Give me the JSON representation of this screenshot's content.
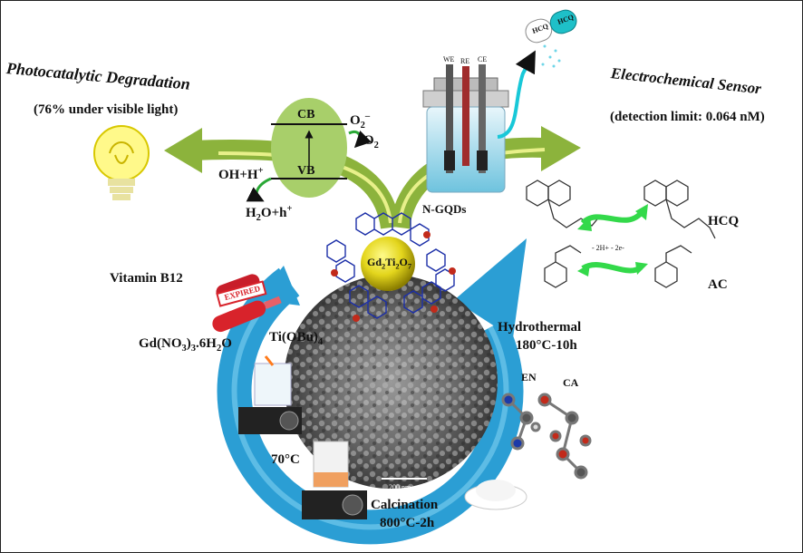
{
  "left_title": "Photocatalytic Degradation",
  "left_subtitle": "(76% under visible light)",
  "right_title": "Electrochemical Sensor",
  "right_subtitle": "(detection limit: 0.064 nM)",
  "band": {
    "cb": "CB",
    "vb": "VB"
  },
  "species": {
    "o2_minus_base": "O",
    "o2_minus_sub": "2",
    "o2_minus_sup": "–",
    "o2_base": "O",
    "o2_sub": "2",
    "oh_text": "OH+H",
    "oh_sup": "+",
    "h2o_a": "H",
    "h2o_sub": "2",
    "h2o_b": "O+h",
    "h2o_sup": "+"
  },
  "ngqds": "N-GQDs",
  "core": {
    "a": "Gd",
    "a_sub": "2",
    "b": "Ti",
    "b_sub": "2",
    "c": "O",
    "c_sub": "7"
  },
  "cell_electrodes": [
    "WE",
    "RE",
    "CE"
  ],
  "capsule": {
    "left": "HCQ",
    "right": "HCQ"
  },
  "molecules": {
    "hcq": "HCQ",
    "ac": "AC",
    "reaction": "- 2H+ - 2e-"
  },
  "precursors": {
    "vitamin": "Vitamin B12",
    "expired": "EXPIRED",
    "gd_a": "Gd(NO",
    "gd_sub1": "3",
    "gd_b": ")",
    "gd_sub2": "3",
    "gd_c": ".6H",
    "gd_sub3": "2",
    "gd_d": "O",
    "ti_a": "Ti(OBu)",
    "ti_sub": "4"
  },
  "hydrothermal": {
    "line1": "Hydrothermal",
    "line2": "180°C-10h"
  },
  "reagents": {
    "en": "EN",
    "ca": "CA"
  },
  "temp70": "70°C",
  "calcination": {
    "line1": "Calcination",
    "line2": "800°C-2h"
  },
  "scalebar": "200 nm",
  "colors": {
    "cycle_arrow": "#2b9ed4",
    "side_arrow": "#8cb33c",
    "band_ellipse": "#a8cf6a",
    "green_arrow": "#33d94a",
    "cyan_arrow": "#18c8d8"
  }
}
